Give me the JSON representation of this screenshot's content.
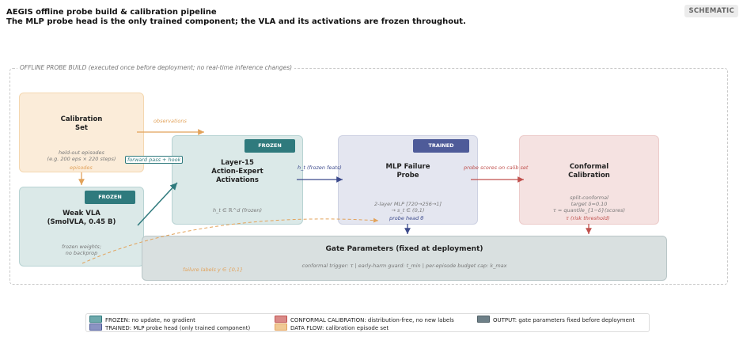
{
  "header": {
    "title_line1": "AEGIS offline probe build & calibration pipeline",
    "title_line2": "The MLP probe head is the only trained component; the VLA and its activations are frozen throughout.",
    "badge": "SCHEMATIC"
  },
  "region": {
    "label": "OFFLINE PROBE BUILD  (executed once before deployment; no real-time inference changes)"
  },
  "nodes": {
    "calibration": {
      "title1": "Calibration",
      "title2": "Set",
      "sub1": "held-out episodes",
      "sub2": "(e.g. 200 eps × 220 steps)"
    },
    "vla": {
      "tag": "FROZEN",
      "title1": "Weak VLA",
      "title2": "(SmolVLA, 0.45 B)",
      "sub1": "frozen weights;",
      "sub2": "no backprop"
    },
    "layer": {
      "tag": "FROZEN",
      "title1": "Layer-15",
      "title2": "Action-Expert",
      "title3": "Activations",
      "sub1": "h_t ∈ ℝ^d   (frozen)"
    },
    "probe": {
      "tag": "TRAINED",
      "title1": "MLP Failure",
      "title2": "Probe",
      "sub1": "2-layer MLP  [720→256→1]",
      "sub2": "→  s_t ∈ (0,1)"
    },
    "conformal": {
      "title1": "Conformal",
      "title2": "Calibration",
      "sub1": "split-conformal",
      "sub2": "target δ=0.10",
      "sub3": "τ = quantile_{1−δ}(scores)"
    },
    "gate": {
      "title": "Gate Parameters  (fixed at deployment)",
      "sub": "conformal trigger: τ  |  early-harm guard: t_min  |  per-episode budget cap: k_max"
    }
  },
  "edges": {
    "observations": "observations",
    "episodes": "episodes",
    "forward": "forward pass + hook",
    "feats": "h_t (frozen feats)",
    "scores": "probe scores on calib set",
    "probe_head": "probe head θ",
    "tau": "τ (risk threshold)",
    "failure": "failure labels  y ∈ {0,1}"
  },
  "legend": {
    "frozen": "FROZEN: no update, no gradient",
    "trained": "TRAINED: MLP probe head (only trained component)",
    "conformal": "CONFORMAL CALIBRATION: distribution-free, no new labels",
    "dataflow": "DATA FLOW: calibration episode set",
    "output": "OUTPUT: gate parameters fixed before deployment"
  },
  "colors": {
    "frozen": "#2f7a7d",
    "trained": "#4e5b99",
    "conformal": "#c0504d",
    "dataflow": "#e2a25a",
    "output": "#6e8088"
  }
}
